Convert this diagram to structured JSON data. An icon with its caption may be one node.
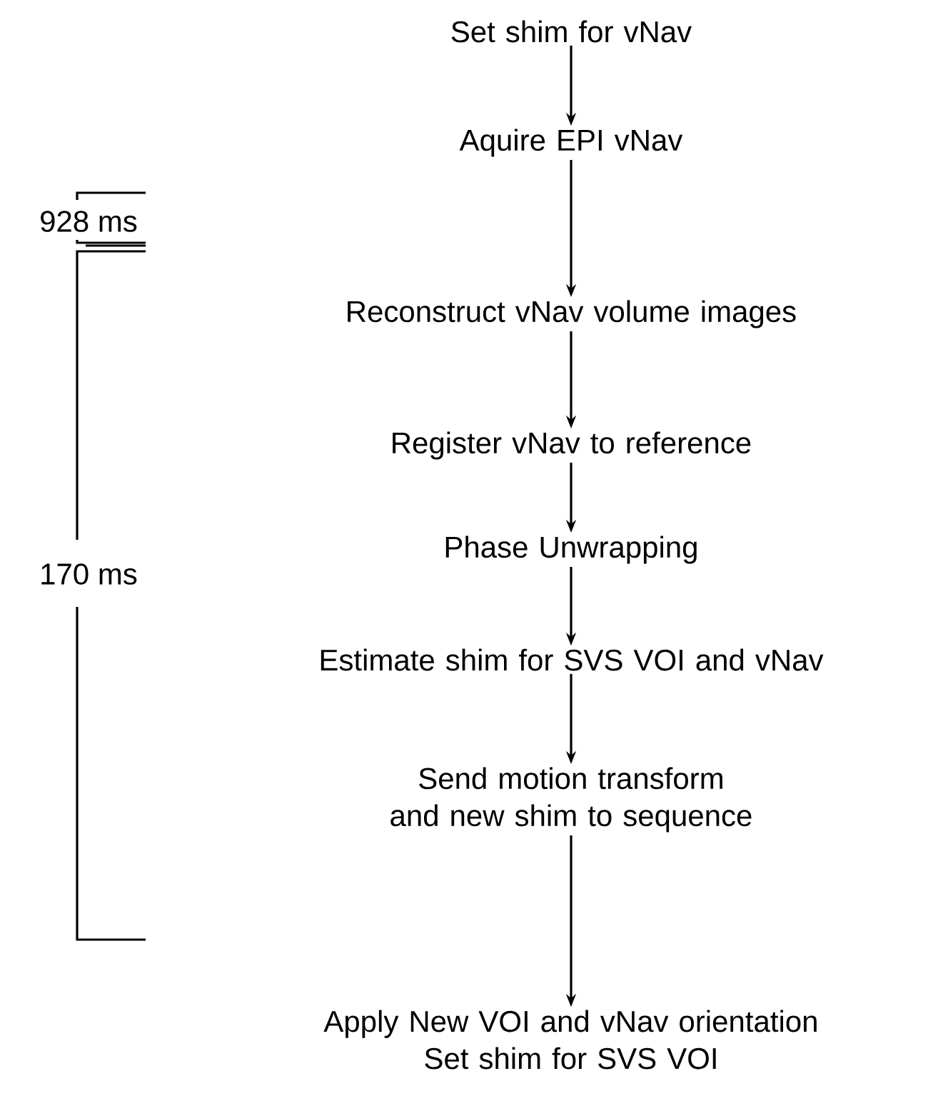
{
  "diagram": {
    "nodes": [
      {
        "text": [
          "Set shim for vNav"
        ]
      },
      {
        "text": [
          "Aquire EPI vNav"
        ]
      },
      {
        "text": [
          "Reconstruct vNav volume images"
        ]
      },
      {
        "text": [
          "Register vNav to reference"
        ]
      },
      {
        "text": [
          "Phase Unwrapping"
        ]
      },
      {
        "text": [
          "Estimate shim for SVS VOI and vNav"
        ]
      },
      {
        "text": [
          "Send motion transform and new shim to sequence"
        ]
      },
      {
        "text": [
          "Apply New VOI and vNav orientation",
          "Set shim for SVS VOI"
        ]
      }
    ],
    "edges": [
      {
        "from": 0,
        "to": 1,
        "arrow": "to"
      },
      {
        "from": 1,
        "to": 2,
        "arrow": "to"
      },
      {
        "from": 2,
        "to": 3,
        "arrow": "to"
      },
      {
        "from": 3,
        "to": 4,
        "arrow": "to"
      },
      {
        "from": 4,
        "to": 5,
        "arrow": "to"
      },
      {
        "from": 5,
        "to": 6,
        "arrow": "to"
      },
      {
        "from": 6,
        "to": 7,
        "arrow": "to"
      }
    ],
    "labels": [
      "928 ms",
      "170 ms"
    ]
  }
}
